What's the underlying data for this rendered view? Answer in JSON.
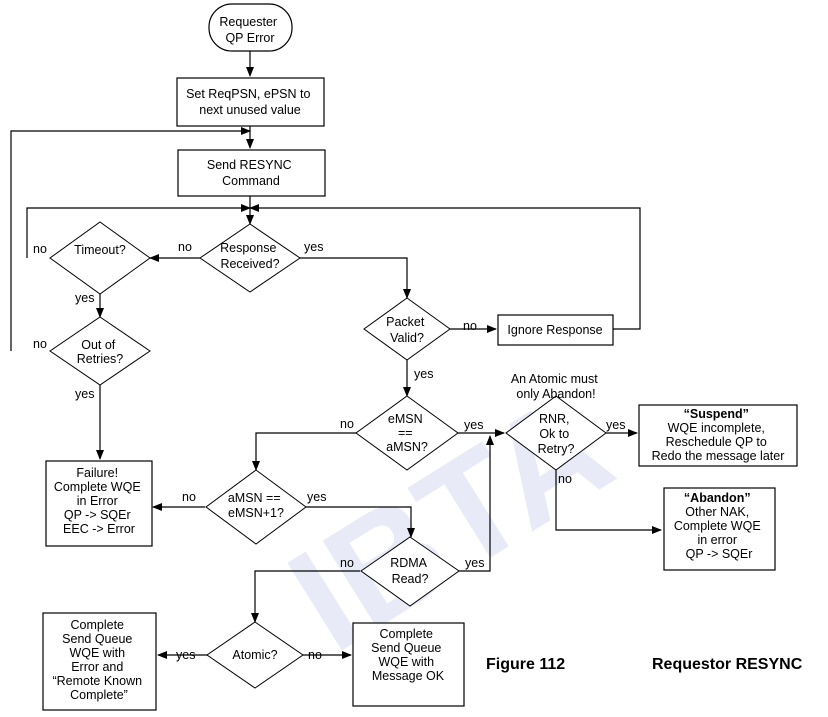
{
  "watermark": "IBTA",
  "nodes": {
    "start": [
      "Requester",
      "QP Error"
    ],
    "set_psn": [
      "Set ReqPSN, ePSN to",
      "next unused value"
    ],
    "send_resync": [
      "Send RESYNC",
      "Command"
    ],
    "response_received": [
      "Response",
      "Received?"
    ],
    "timeout": [
      "Timeout?"
    ],
    "out_of_retries": [
      "Out of",
      "Retries?"
    ],
    "packet_valid": [
      "Packet",
      "Valid?"
    ],
    "ignore_response": [
      "Ignore Response"
    ],
    "emsn_eq_amsn": [
      "eMSN",
      "==",
      "aMSN?"
    ],
    "atomic_note": [
      "An Atomic must",
      "only Abandon!"
    ],
    "rnr_retry": [
      "RNR,",
      "Ok to",
      "Retry?"
    ],
    "suspend": [
      "“Suspend”",
      "WQE incomplete,",
      "Reschedule QP to",
      "Redo the message later"
    ],
    "abandon": [
      "“Abandon”",
      "Other NAK,",
      "Complete WQE",
      "in error",
      "QP -> SQEr"
    ],
    "failure": [
      "Failure!",
      "Complete WQE",
      "in Error",
      "QP -> SQEr",
      "EEC -> Error"
    ],
    "amsn_eq_emsn1": [
      "aMSN ==",
      "eMSN+1?"
    ],
    "rdma_read": [
      "RDMA",
      "Read?"
    ],
    "atomic": [
      "Atomic?"
    ],
    "complete_error": [
      "Complete",
      "Send Queue",
      "WQE with",
      "Error and",
      "“Remote Known",
      "Complete”"
    ],
    "complete_ok": [
      "Complete",
      "Send Queue",
      "WQE with",
      "Message OK"
    ]
  },
  "edge_labels": {
    "yes": "yes",
    "no": "no"
  },
  "figure": {
    "number": "Figure 112",
    "title": "Requestor RESYNC"
  }
}
